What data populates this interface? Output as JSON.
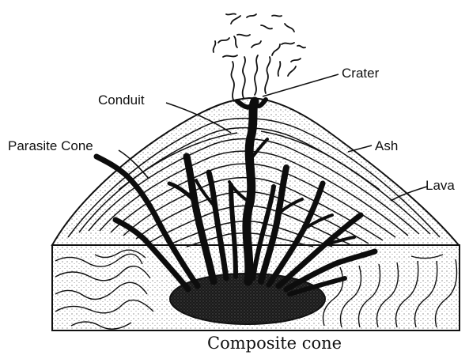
{
  "diagram": {
    "labels": {
      "crater": "Crater",
      "conduit": "Conduit",
      "parasite_cone": "Parasite Cone",
      "ash": "Ash",
      "lava": "Lava"
    },
    "caption": "Composite cone"
  }
}
